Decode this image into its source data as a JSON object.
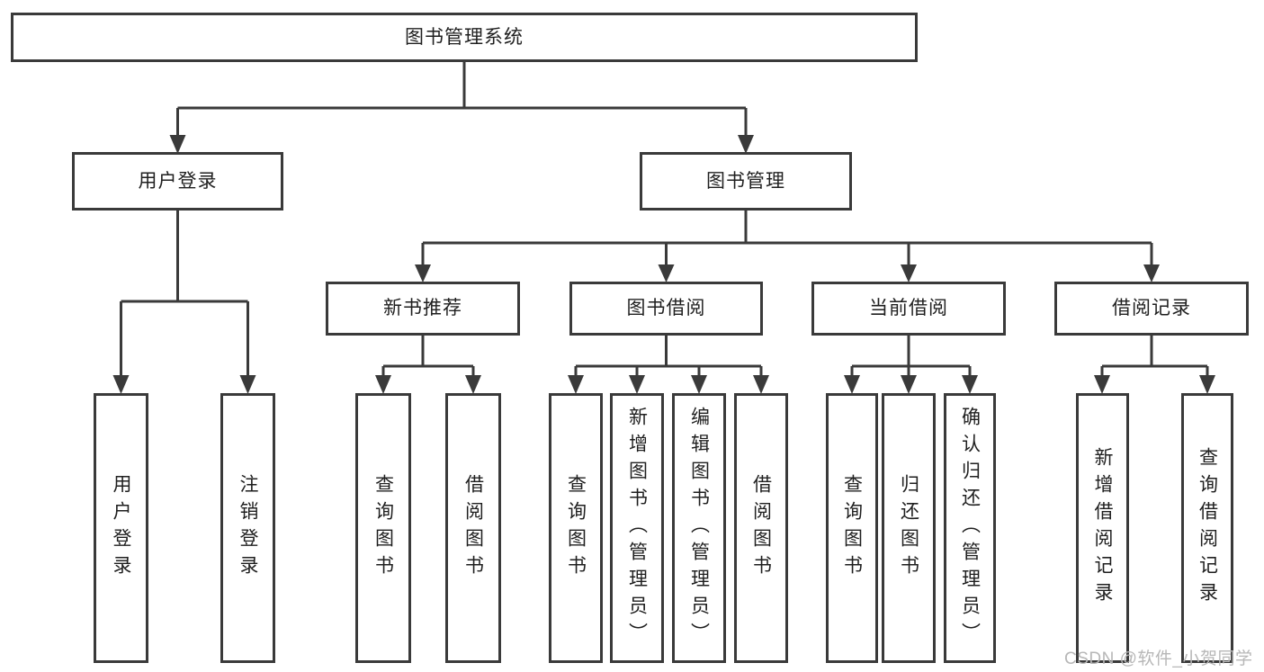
{
  "tree": {
    "label": "图书管理系统",
    "children": [
      {
        "label": "用户登录",
        "children": [
          {
            "label": "用户登录"
          },
          {
            "label": "注销登录"
          }
        ]
      },
      {
        "label": "图书管理",
        "children": [
          {
            "label": "新书推荐",
            "children": [
              {
                "label": "查询图书"
              },
              {
                "label": "借阅图书"
              }
            ]
          },
          {
            "label": "图书借阅",
            "children": [
              {
                "label": "查询图书"
              },
              {
                "label": "新增图书（管理员）"
              },
              {
                "label": "编辑图书（管理员）"
              },
              {
                "label": "借阅图书"
              }
            ]
          },
          {
            "label": "当前借阅",
            "children": [
              {
                "label": "查询图书"
              },
              {
                "label": "归还图书"
              },
              {
                "label": "确认归还（管理员）"
              }
            ]
          },
          {
            "label": "借阅记录",
            "children": [
              {
                "label": "新增借阅记录"
              },
              {
                "label": "查询借阅记录"
              }
            ]
          }
        ]
      }
    ]
  },
  "watermark": {
    "text": "CSDN @软件_小贺同学"
  },
  "colors": {
    "line": "#3a3a3a",
    "text": "#1f1f1f",
    "watermark": "#b7b7b7"
  }
}
